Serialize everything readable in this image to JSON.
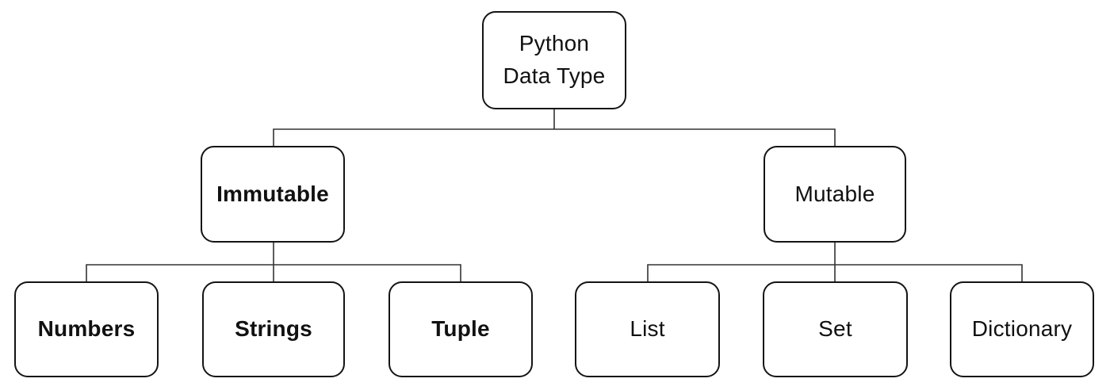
{
  "diagram": {
    "background": "#ffffff",
    "box_border_color": "#141414",
    "connector_color": "#333333",
    "text_color": "#111111",
    "nodes": {
      "root": {
        "label": "Python\nData Type",
        "weight": "regular"
      },
      "immutable": {
        "label": "Immutable",
        "weight": "bold"
      },
      "mutable": {
        "label": "Mutable",
        "weight": "regular"
      },
      "numbers": {
        "label": "Numbers",
        "weight": "bold"
      },
      "strings": {
        "label": "Strings",
        "weight": "bold"
      },
      "tuple": {
        "label": "Tuple",
        "weight": "bold"
      },
      "list": {
        "label": "List",
        "weight": "regular"
      },
      "set": {
        "label": "Set",
        "weight": "regular"
      },
      "dictionary": {
        "label": "Dictionary",
        "weight": "regular"
      }
    },
    "edges": [
      "Python Data Type -> Immutable",
      "Python Data Type -> Mutable",
      "Immutable -> Numbers",
      "Immutable -> Strings",
      "Immutable -> Tuple",
      "Mutable -> List",
      "Mutable -> Set",
      "Mutable -> Dictionary"
    ]
  }
}
